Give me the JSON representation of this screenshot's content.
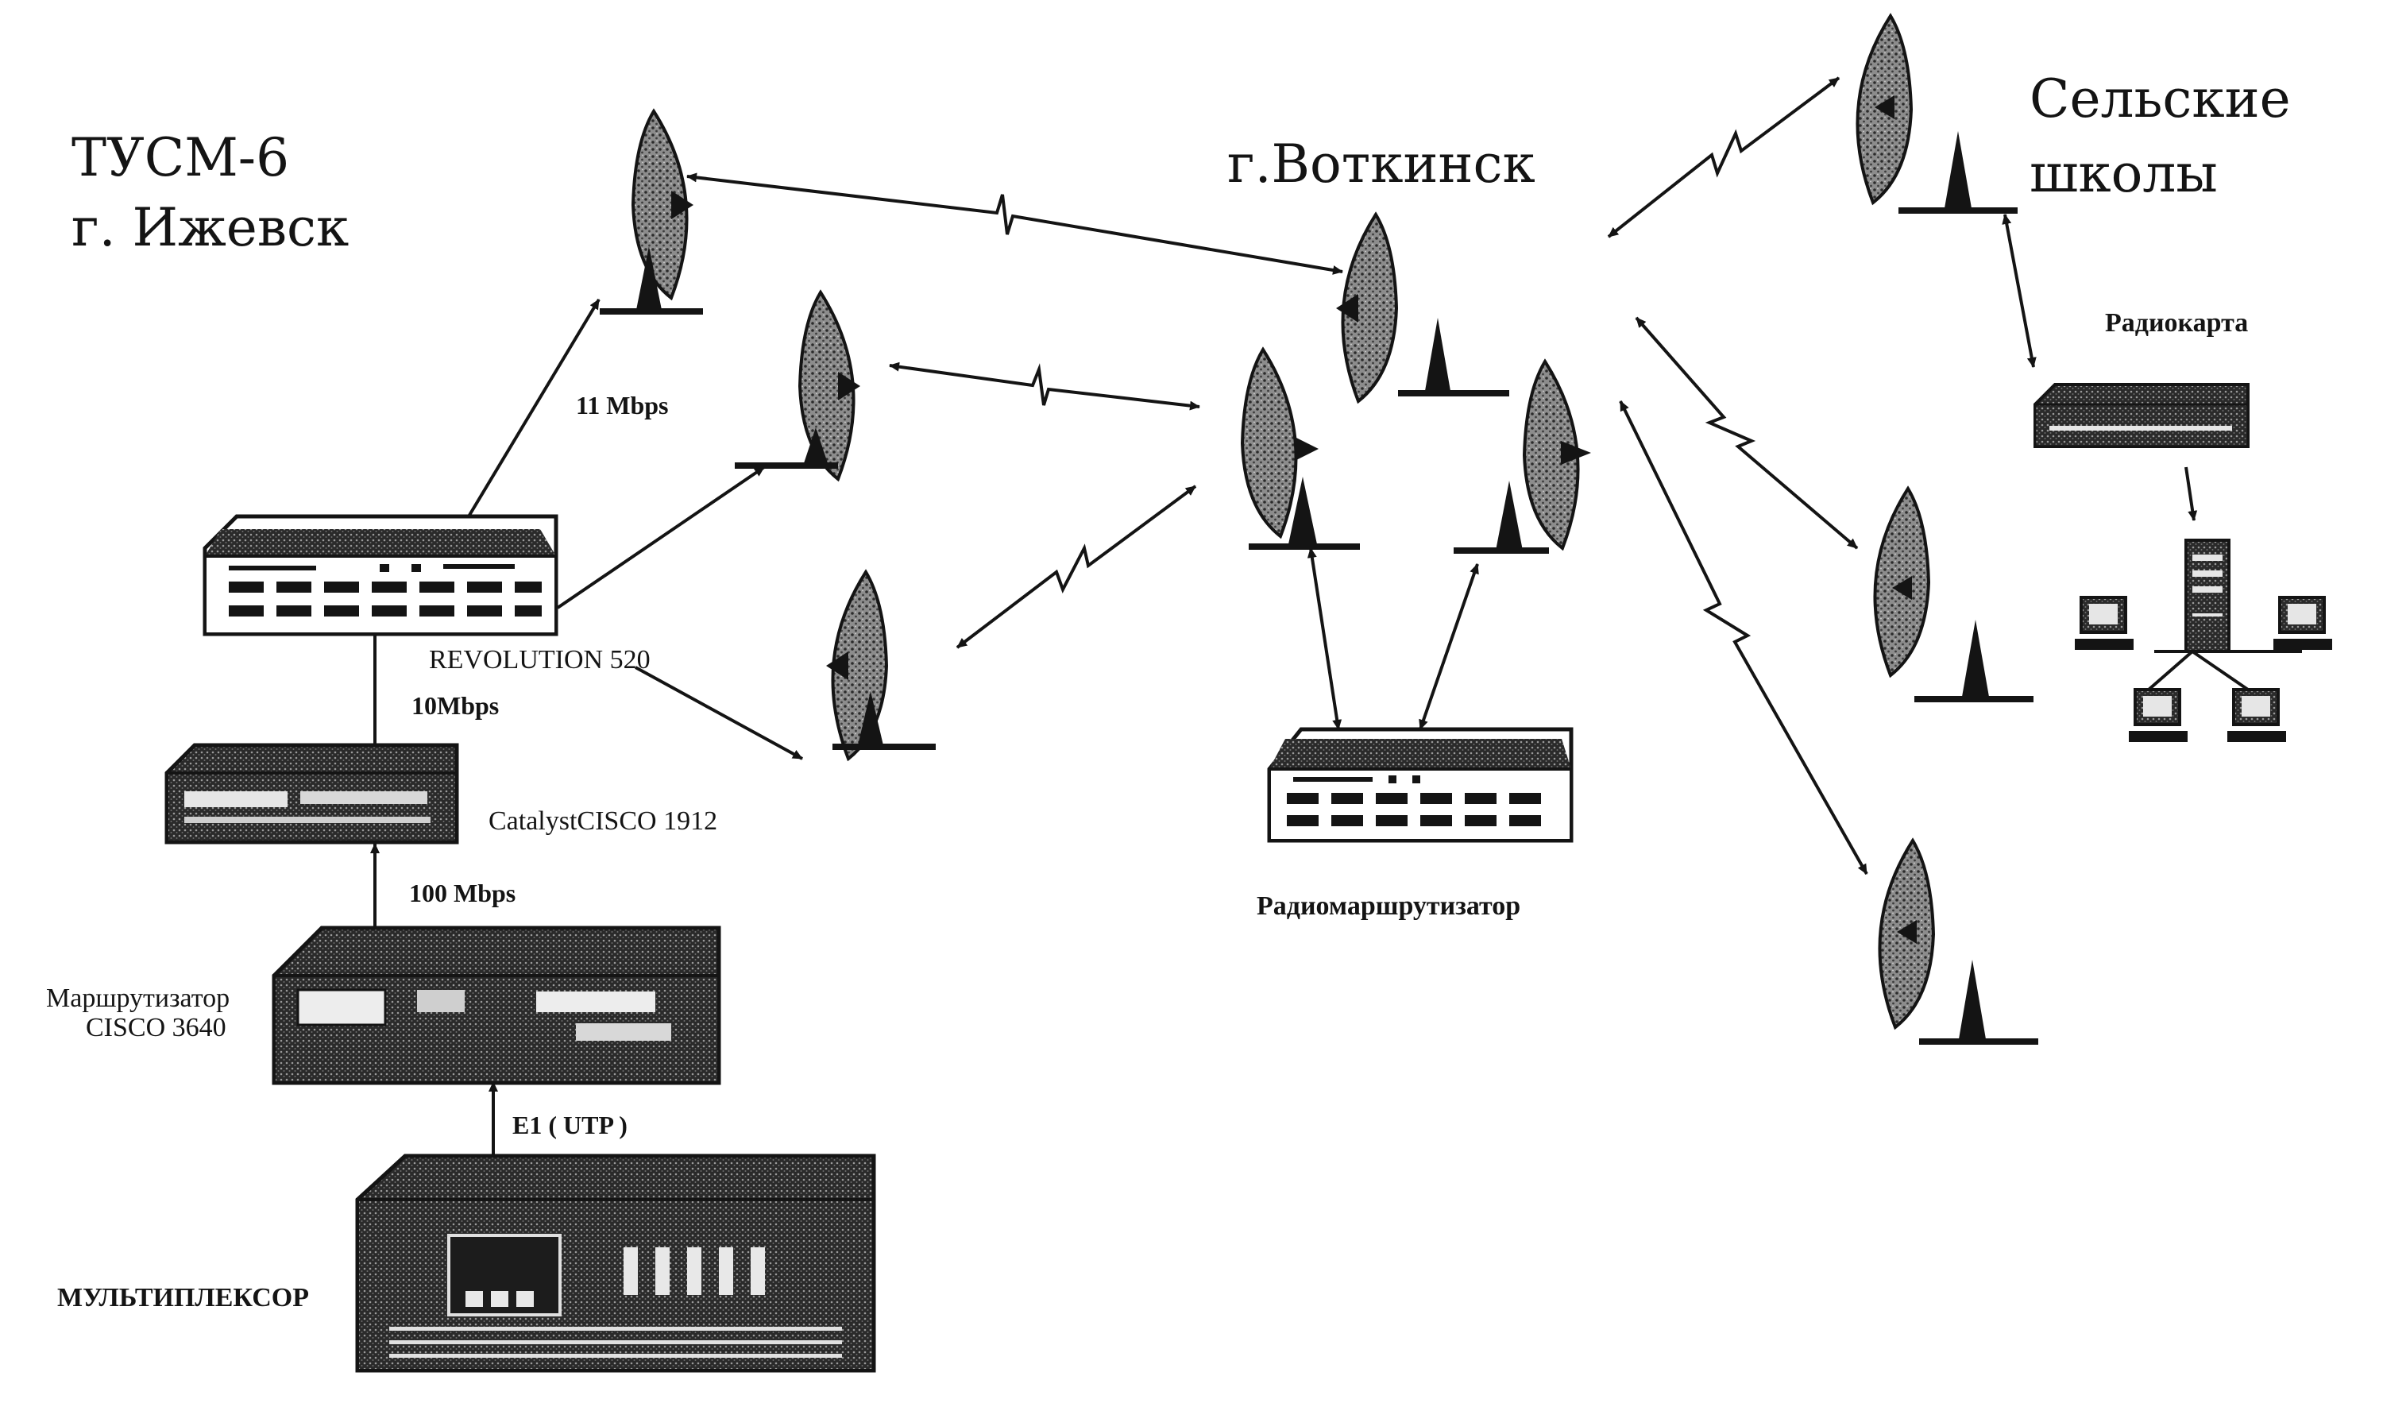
{
  "labels": {
    "city_izhevsk_line1": "ТУСМ-6",
    "city_izhevsk_line2": "г. Ижевск",
    "city_votkinsk": "г.Воткинск",
    "rural_line1": "Сельские",
    "rural_line2": "школы",
    "speed_11": "11 Mbps",
    "speed_10": "10Mbps",
    "speed_100": "100 Mbps",
    "link_e1": "E1 ( UTP )",
    "revolution": "REVOLUTION 520",
    "catalyst": "CatalystCISCO 1912",
    "router_line1": "Маршрутизатор",
    "router_line2": "CISCO 3640",
    "multiplexor": "МУЛЬТИПЛЕКСОР",
    "radio_router": "Радиомаршрутизатор",
    "radio_card": "Радиокарта"
  },
  "icons": {
    "antenna": "satellite-dish-icon",
    "hub": "network-hub-icon",
    "switch": "network-switch-icon",
    "router": "router-icon",
    "mux": "multiplexer-icon",
    "computer": "computer-icon",
    "server": "server-tower-icon"
  },
  "colors": {
    "ink": "#141414",
    "paper": "#ffffff",
    "halftone": "#5a5a5a"
  }
}
